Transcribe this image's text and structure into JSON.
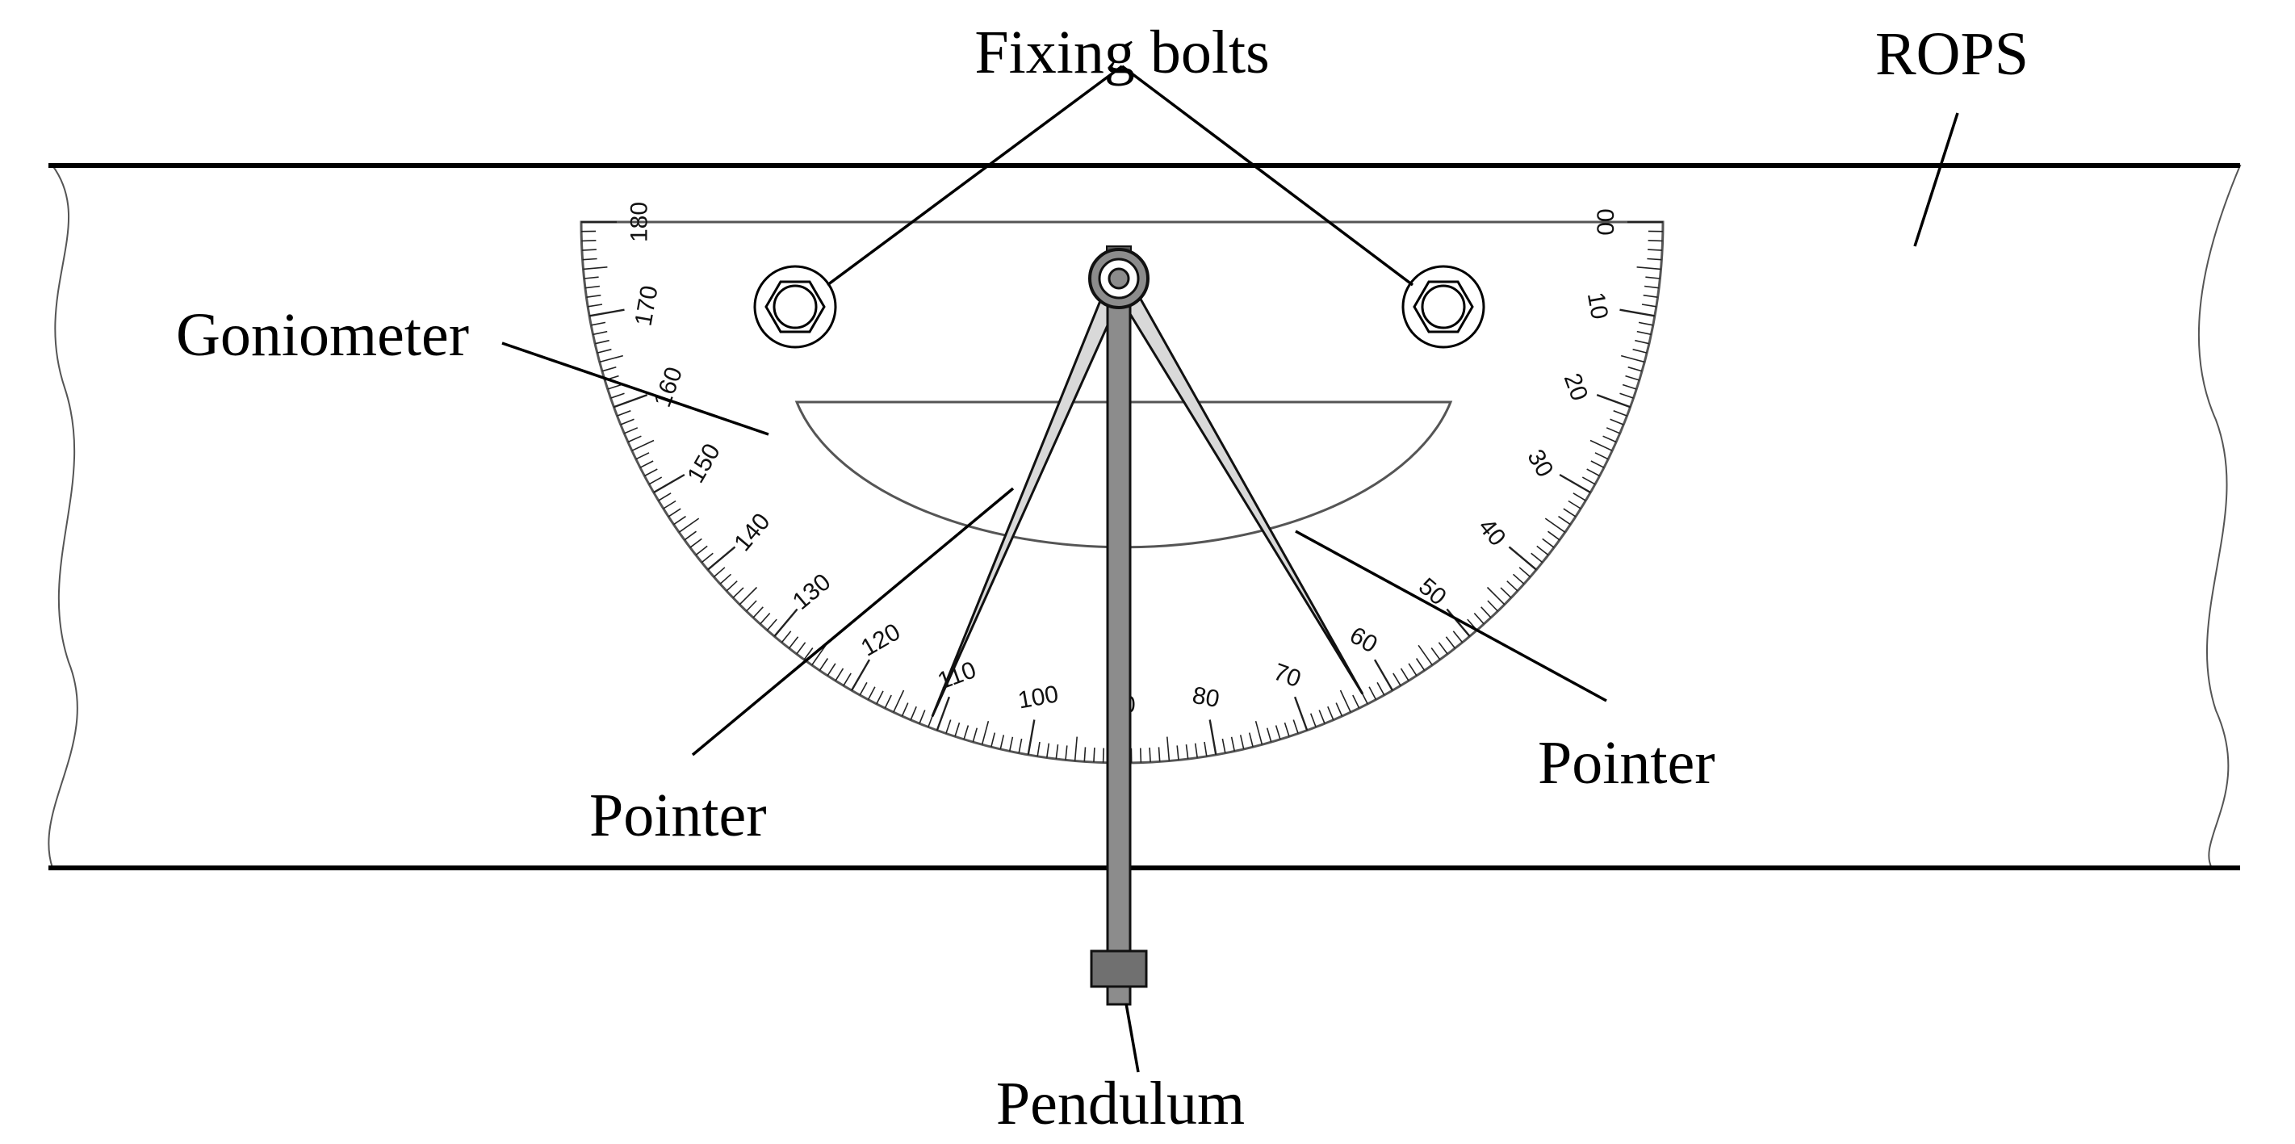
{
  "labels": {
    "fixing_bolts": "Fixing bolts",
    "rops": "ROPS",
    "goniometer": "Goniometer",
    "pointer_left": "Pointer",
    "pointer_right": "Pointer",
    "pendulum": "Pendulum"
  },
  "scale": {
    "min": 0,
    "max": 180,
    "label_step": 10,
    "minor_step": 1,
    "label_format": "00"
  },
  "readings": {
    "pendulum_deg": 90,
    "pointer_left_deg": 111,
    "pointer_right_deg": 63
  }
}
